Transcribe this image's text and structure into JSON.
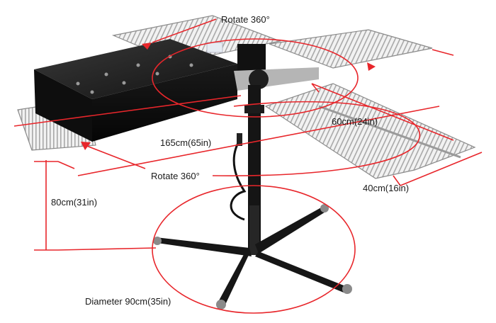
{
  "annotations": {
    "rotate_top": "Rotate 360°",
    "rotate_bottom": "Rotate 360°",
    "length_165": "165cm(65in)",
    "pallet_length": "60cm(24in)",
    "pallet_width": "40cm(16in)",
    "height": "80cm(31in)",
    "diameter": "Diameter 90cm(35in)"
  },
  "colors": {
    "annotation": "#e8262b",
    "metal": "#1c1c1c",
    "grill": "#c8c8c8",
    "grill_dark": "#8a8a8a"
  }
}
